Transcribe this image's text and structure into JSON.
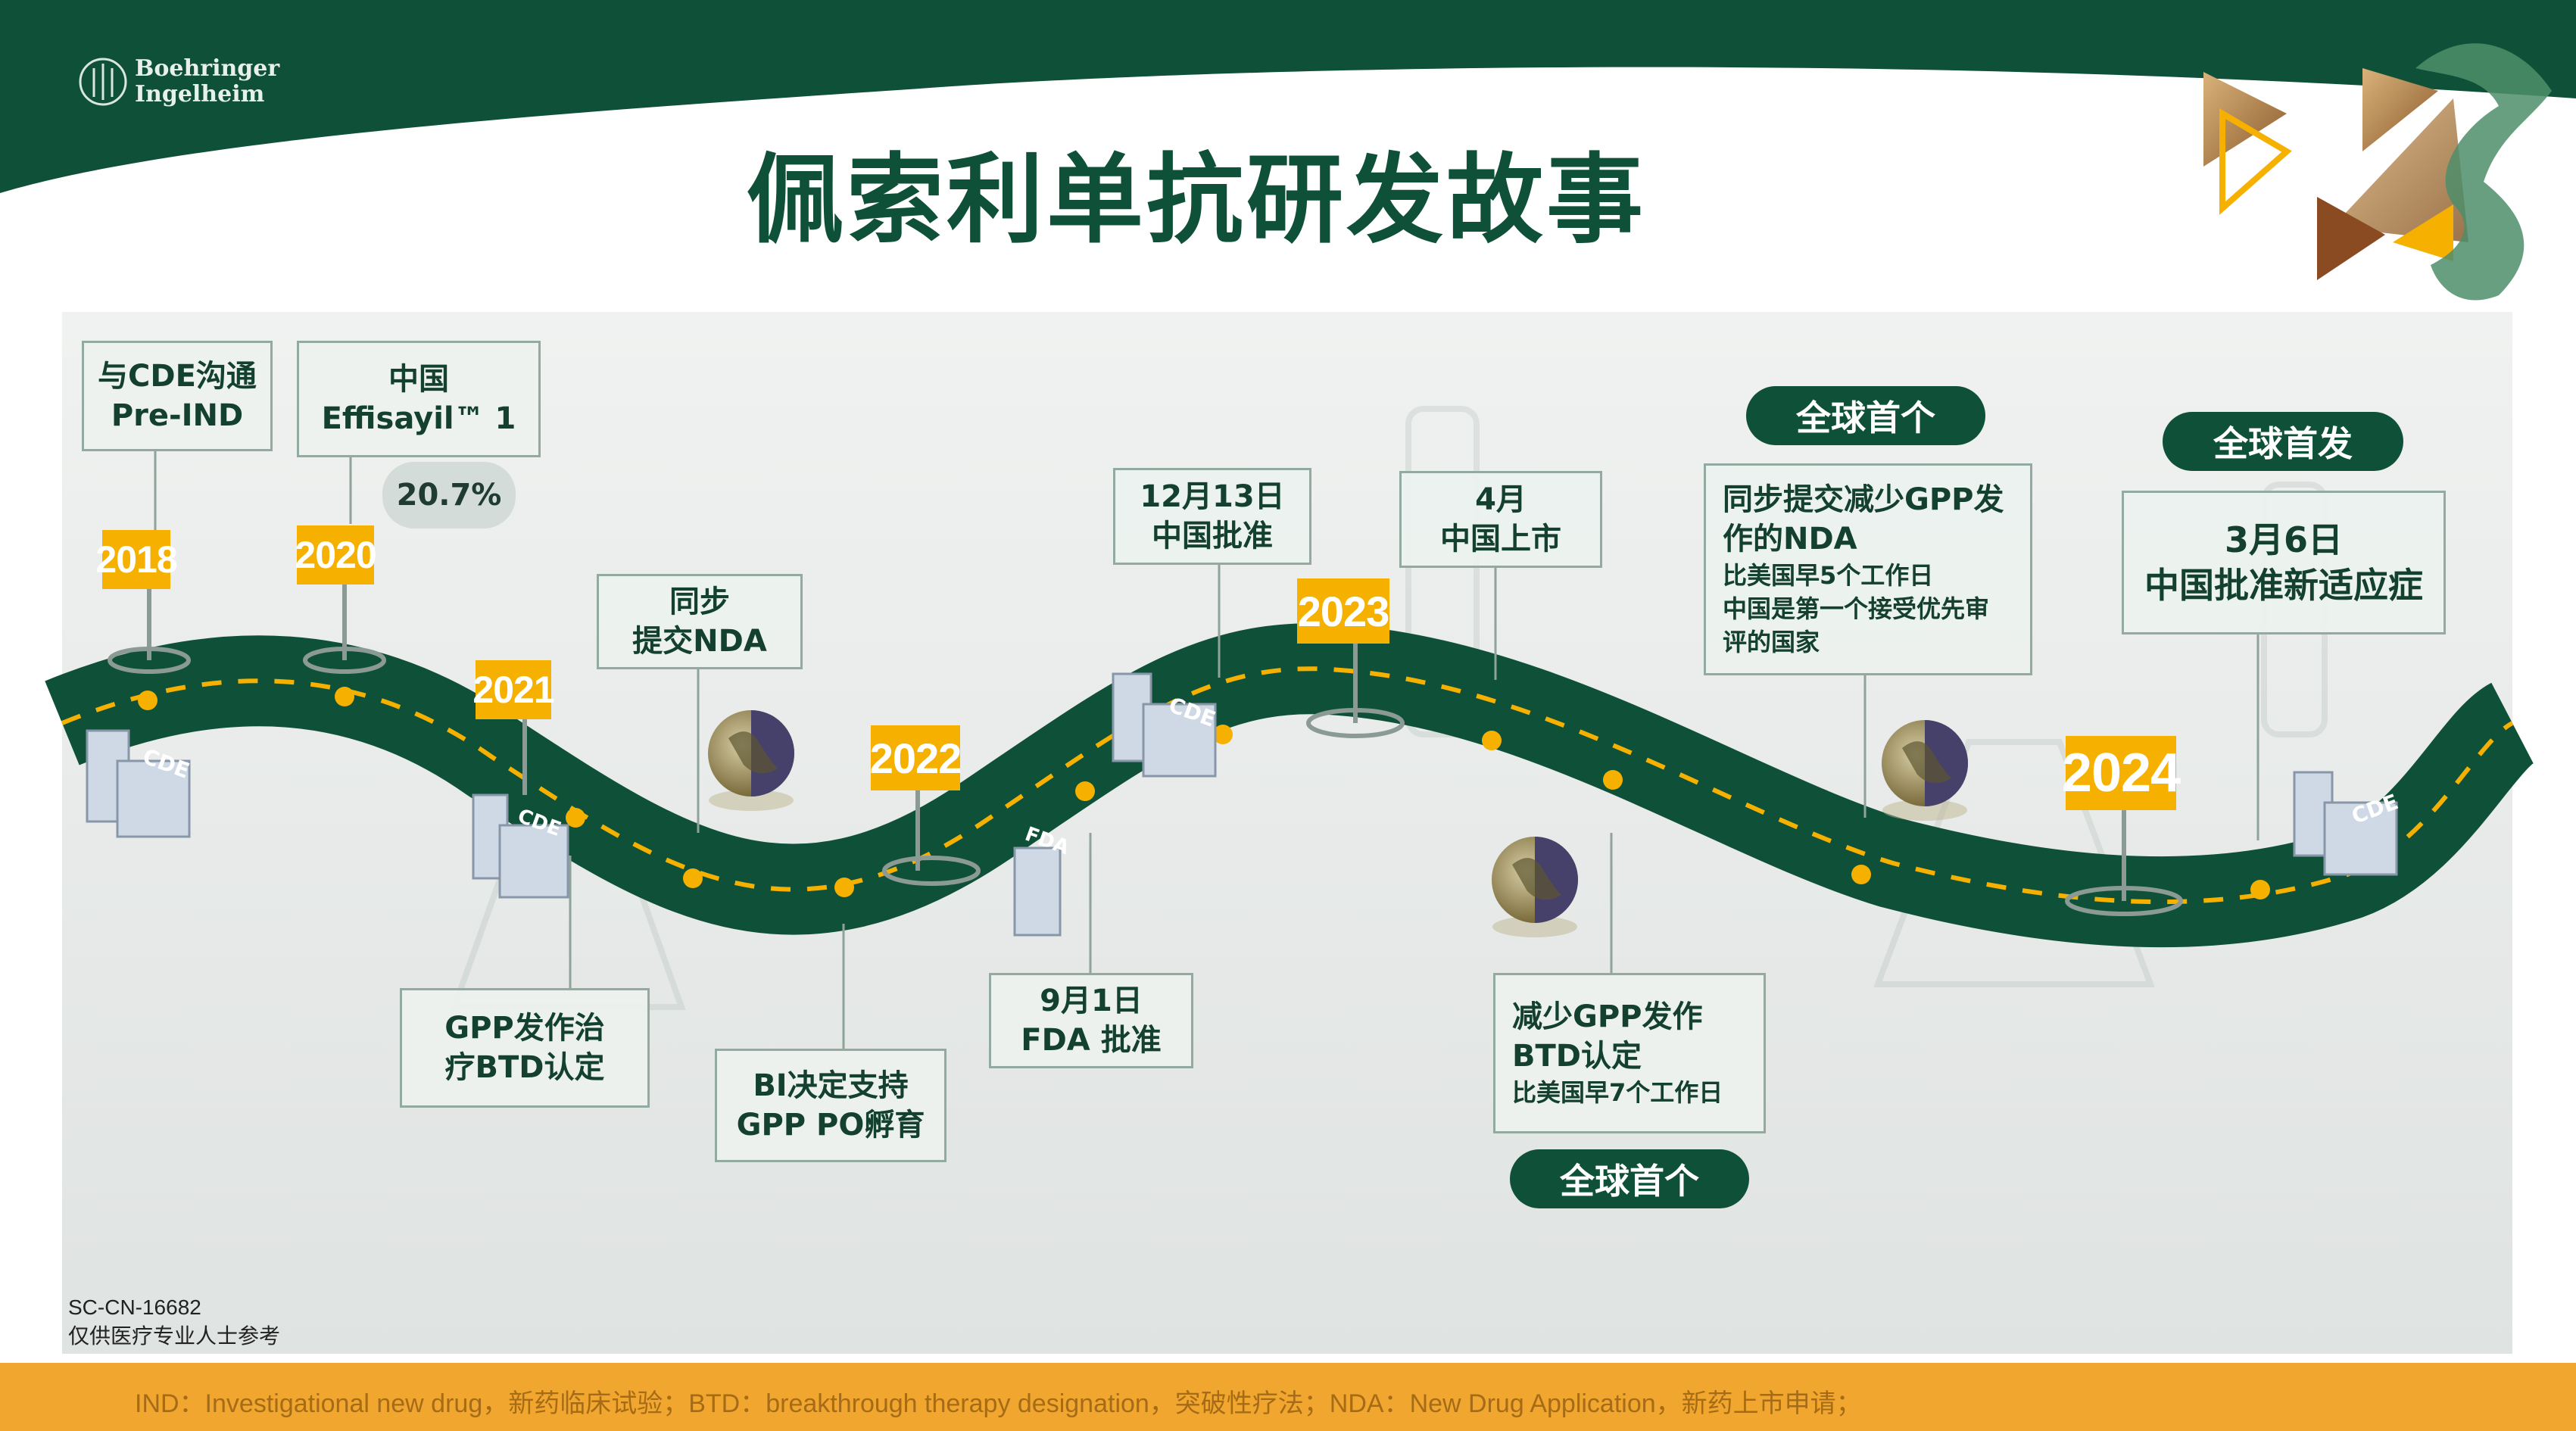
{
  "slide": {
    "title": "佩索利单抗研发故事",
    "logo": {
      "line1": "Boehringer",
      "line2": "Ingelheim"
    },
    "doc_code": "SC-CN-16682",
    "audience_note": "仅供医疗专业人士参考",
    "footnote": "IND：Investigational new drug，新药临床试验；BTD：breakthrough therapy designation，突破性疗法；NDA：New Drug Application，新药上市申请；",
    "colors": {
      "brand_green": "#0f5138",
      "year_tag": "#f6b100",
      "footer_band": "#f1a72f"
    }
  },
  "years": [
    "2018",
    "2020",
    "2021",
    "2022",
    "2023",
    "2024"
  ],
  "building_signs": [
    "CDE",
    "FDA"
  ],
  "milestones": {
    "cde_pre_ind": {
      "lines": [
        "与CDE沟通",
        "Pre-IND"
      ]
    },
    "effisayil": {
      "lines": [
        "中国",
        "Effisayil™ 1"
      ],
      "rate": "20.7%"
    },
    "btd_gpp": {
      "lines": [
        "GPP发作治",
        "疗BTD认定"
      ]
    },
    "sync_nda": {
      "lines": [
        "同步",
        "提交NDA"
      ]
    },
    "bi_decision": {
      "lines": [
        "BI决定支持",
        "GPP PO孵育"
      ]
    },
    "fda_approval": {
      "lines": [
        "9月1日",
        "FDA 批准"
      ]
    },
    "china_approval": {
      "lines": [
        "12月13日",
        "中国批准"
      ]
    },
    "china_launch": {
      "lines": [
        "4月",
        "中国上市"
      ]
    },
    "btd_reduce": {
      "lines": [
        "减少GPP发作",
        "BTD认定"
      ],
      "note": "比美国早7个工作日",
      "badge": "全球首个"
    },
    "nda_reduce": {
      "lines": [
        "同步提交减少GPP发",
        "作的NDA"
      ],
      "notes": [
        "比美国早5个工作日",
        "中国是第一个接受优先审",
        "评的国家"
      ],
      "badge": "全球首个"
    },
    "new_indication": {
      "lines": [
        "3月6日",
        "中国批准新适应症"
      ],
      "badge": "全球首发"
    }
  }
}
